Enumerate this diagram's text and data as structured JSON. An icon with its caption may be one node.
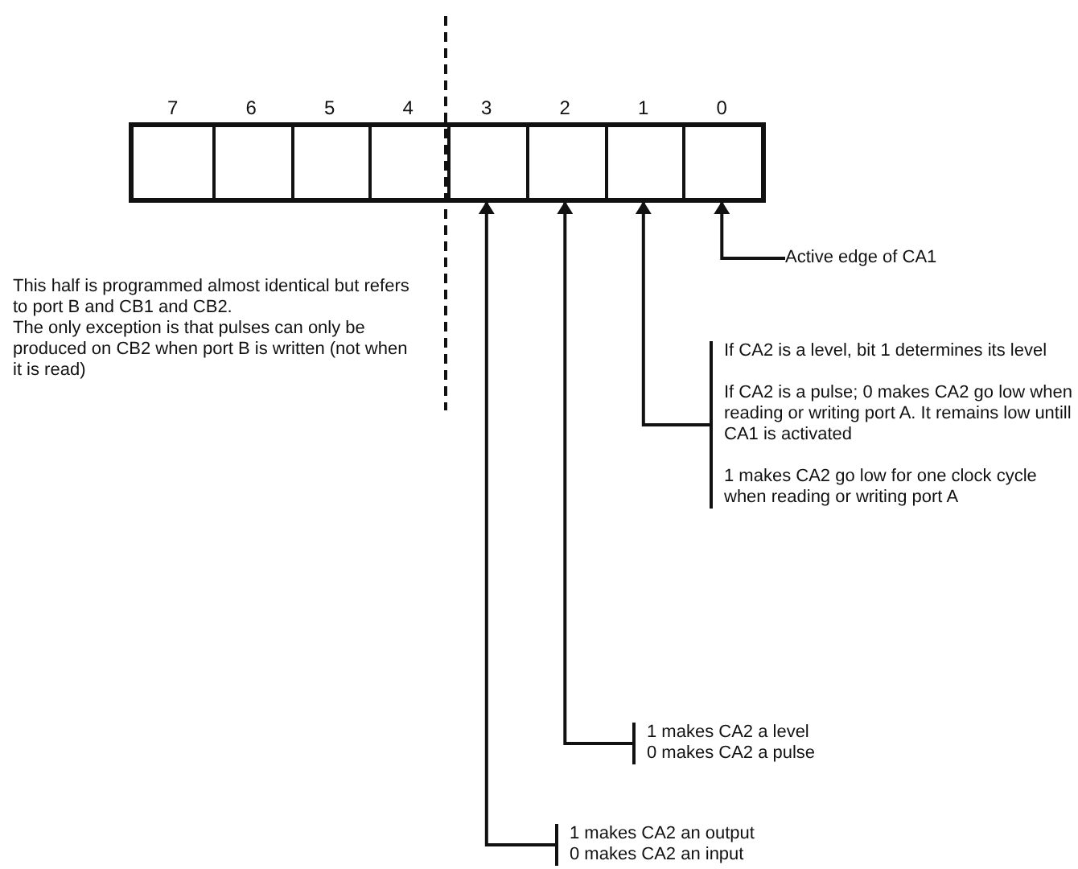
{
  "diagram": {
    "nodes": [
      {
        "text": [
          "7"
        ]
      },
      {
        "text": [
          "6"
        ]
      },
      {
        "text": [
          "5"
        ]
      },
      {
        "text": [
          "4"
        ]
      },
      {
        "text": [
          "3"
        ]
      },
      {
        "text": [
          "2"
        ]
      },
      {
        "text": [
          "1"
        ]
      },
      {
        "text": [
          "0"
        ]
      },
      {
        "text": [
          "Active edge of CA1"
        ]
      },
      {
        "text": [
          "If CA2 is a level, bit 1 determines its level",
          "If CA2 is a pulse; 0 makes CA2 go low when reading or writing port A. It remains low untill CA1 is activated",
          "1 makes CA2 go low for one clock cycle when reading or writing port A"
        ]
      },
      {
        "text": [
          "1 makes CA2 a level",
          "0 makes CA2 a pulse"
        ]
      },
      {
        "text": [
          "1 makes CA2 an output",
          "0 makes CA2 an input"
        ]
      }
    ],
    "edges": [
      {
        "from": 8,
        "to": 7,
        "arrow": "to"
      },
      {
        "from": 9,
        "to": 6,
        "arrow": "to"
      },
      {
        "from": 10,
        "to": 5,
        "arrow": "to"
      },
      {
        "from": 11,
        "to": 4,
        "arrow": "to"
      }
    ],
    "labels": [
      "This half is programmed almost identical but refers to port B and CB1 and CB2.",
      "The only exception is that pulses can only be produced on CB2 when port B is written (not when it is read)"
    ]
  }
}
